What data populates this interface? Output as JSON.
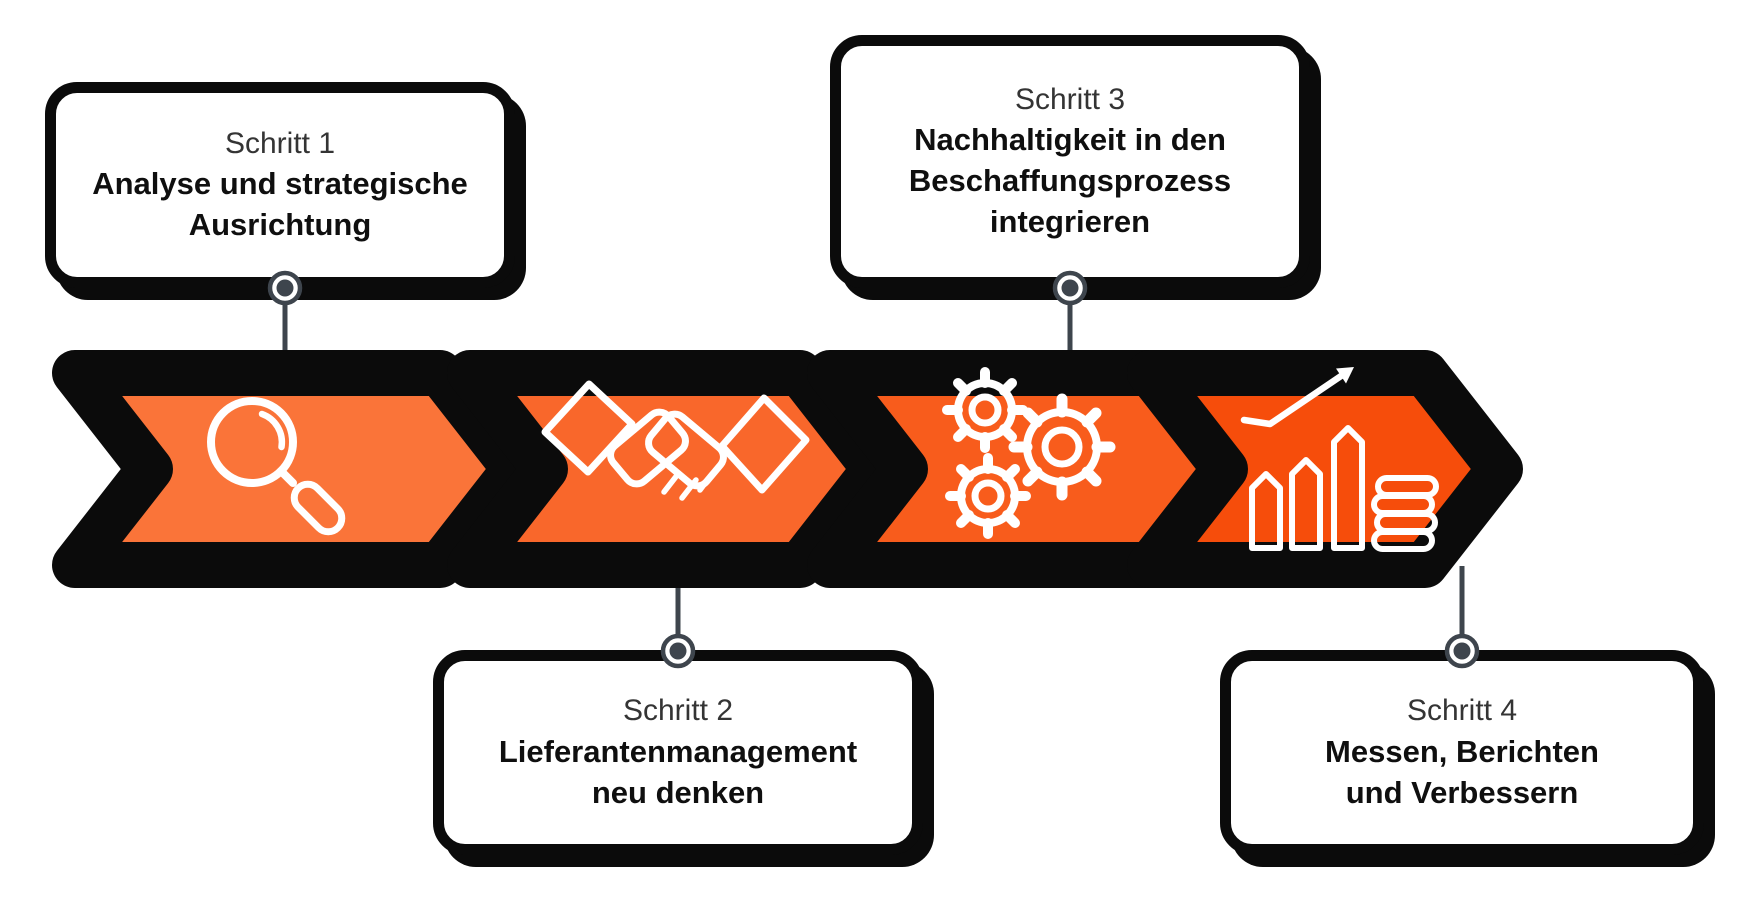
{
  "diagram": {
    "type": "process-flow",
    "language": "de",
    "steps": [
      {
        "label": "Schritt 1",
        "title": "Analyse und strategische Ausrichtung",
        "title_lines": [
          "Analyse und strategische",
          "Ausrichtung"
        ],
        "icon": "magnifier-icon",
        "arrow_color": "#FA7439",
        "callout_position": "top"
      },
      {
        "label": "Schritt 2",
        "title": "Lieferantenmanagement neu denken",
        "title_lines": [
          "Lieferantenmanagement",
          "neu denken"
        ],
        "icon": "handshake-icon",
        "arrow_color": "#F9672B",
        "callout_position": "bottom"
      },
      {
        "label": "Schritt 3",
        "title": "Nachhaltigkeit in den Beschaffungsprozess integrieren",
        "title_lines": [
          "Nachhaltigkeit in den",
          "Beschaffungsprozess",
          "integrieren"
        ],
        "icon": "gears-icon",
        "arrow_color": "#F85C1C",
        "callout_position": "top"
      },
      {
        "label": "Schritt 4",
        "title": "Messen, Berichten und Verbessern",
        "title_lines": [
          "Messen, Berichten",
          "und Verbessern"
        ],
        "icon": "growth-chart-icon",
        "arrow_color": "#F64D0B",
        "callout_position": "bottom"
      }
    ],
    "colors": {
      "outline": "#0b0b0b",
      "connector": "#3e454d",
      "callout_bg": "#ffffff",
      "label_text": "#343434",
      "title_text": "#0f0f0f",
      "icon": "#ffffff",
      "background": "#ffffff"
    }
  }
}
